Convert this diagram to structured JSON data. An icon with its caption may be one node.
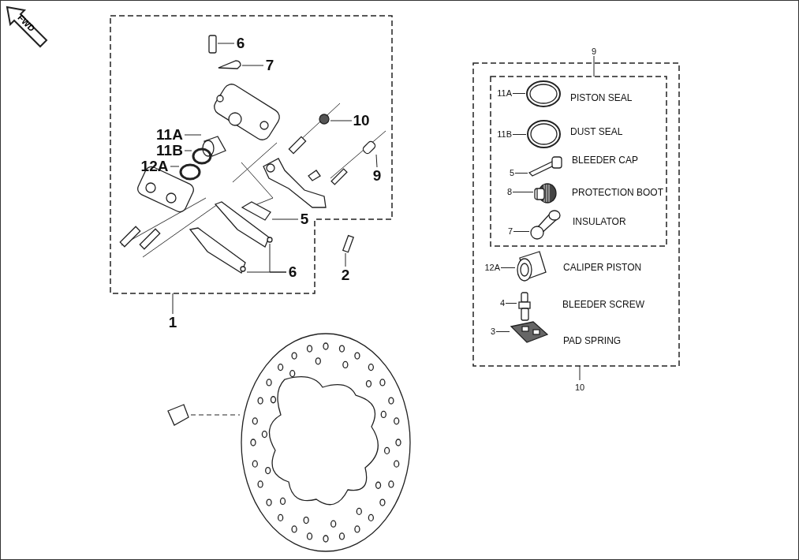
{
  "diagram": {
    "nodes": [
      {
        "text": [],
        "shape": "box"
      },
      {
        "text": [
          "1"
        ]
      },
      {
        "text": [
          "6"
        ],
        "in": 0
      },
      {
        "text": [
          "7"
        ],
        "in": 0
      },
      {
        "text": [
          "11A"
        ],
        "in": 0
      },
      {
        "text": [
          "11B"
        ],
        "in": 0
      },
      {
        "text": [
          "12A"
        ],
        "in": 0
      },
      {
        "text": [
          "10"
        ],
        "in": 0
      },
      {
        "text": [
          "9"
        ],
        "in": 0
      },
      {
        "text": [
          "5"
        ],
        "in": 0
      },
      {
        "text": [
          "6"
        ],
        "in": 0
      },
      {
        "text": [
          "2"
        ]
      },
      {
        "text": [
          "10"
        ]
      },
      {
        "text": [
          "9"
        ],
        "in": 12
      },
      {
        "text": [
          "11A"
        ],
        "in": 13
      },
      {
        "text": [],
        "shape": "picture",
        "in": 13,
        "beside": [
          "PISTON SEAL"
        ]
      },
      {
        "text": [
          "11B"
        ],
        "in": 13
      },
      {
        "text": [],
        "shape": "picture",
        "in": 13,
        "beside": [
          "DUST SEAL"
        ]
      },
      {
        "text": [
          "5"
        ],
        "in": 13
      },
      {
        "text": [],
        "shape": "picture",
        "in": 13,
        "beside": [
          "BLEEDER CAP"
        ]
      },
      {
        "text": [
          "8"
        ],
        "in": 13
      },
      {
        "text": [],
        "shape": "picture",
        "in": 13,
        "beside": [
          "PROTECTION BOOT"
        ]
      },
      {
        "text": [
          "7"
        ],
        "in": 13
      },
      {
        "text": [],
        "shape": "picture",
        "in": 13,
        "beside": [
          "INSULATOR"
        ]
      },
      {
        "text": [
          "12A"
        ],
        "in": 12
      },
      {
        "text": [],
        "shape": "picture",
        "in": 12,
        "beside": [
          "CALIPER PISTON"
        ]
      },
      {
        "text": [
          "4"
        ],
        "in": 12
      },
      {
        "text": [],
        "shape": "picture",
        "in": 12,
        "beside": [
          "BLEEDER SCREW"
        ]
      },
      {
        "text": [
          "3"
        ],
        "in": 12
      },
      {
        "text": [],
        "shape": "picture",
        "in": 12,
        "beside": [
          "PAD SPRING"
        ]
      },
      {
        "text": [],
        "shape": "box",
        "in": 0
      },
      {
        "text": [],
        "shape": "picture",
        "in": 0
      },
      {
        "text": [],
        "shape": "picture",
        "in": 0
      },
      {
        "text": [],
        "shape": "circle",
        "in": 0
      },
      {
        "text": [],
        "shape": "circle",
        "in": 0
      },
      {
        "text": [],
        "shape": "circle",
        "in": 0
      },
      {
        "text": [],
        "shape": "box",
        "in": 0
      },
      {
        "text": [],
        "shape": "picture",
        "in": 0
      },
      {
        "text": [],
        "shape": "circle",
        "in": 0
      },
      {
        "text": [],
        "shape": "circle",
        "in": 0
      },
      {
        "text": [],
        "shape": "box"
      },
      {
        "text": [],
        "shape": "picture"
      },
      {
        "text": [],
        "shape": "box"
      }
    ],
    "edges": [
      {
        "from": 1,
        "to": 0,
        "arrow": "none"
      },
      {
        "from": 2,
        "to": 30,
        "arrow": "none"
      },
      {
        "from": 3,
        "to": 31,
        "arrow": "none"
      },
      {
        "from": 4,
        "to": 32,
        "arrow": "none"
      },
      {
        "from": 5,
        "to": 33,
        "arrow": "none"
      },
      {
        "from": 6,
        "to": 34,
        "arrow": "none"
      },
      {
        "from": 7,
        "to": 35,
        "arrow": "none"
      },
      {
        "from": 8,
        "to": 36,
        "arrow": "none"
      },
      {
        "from": 9,
        "to": 37,
        "arrow": "none"
      },
      {
        "from": 10,
        "to": 38,
        "arrow": "none"
      },
      {
        "from": 10,
        "to": 39,
        "arrow": "none"
      },
      {
        "from": 11,
        "to": 40,
        "arrow": "none"
      },
      {
        "from": 42,
        "to": 41,
        "arrow": "none",
        "style": "dashed"
      },
      {
        "from": 14,
        "to": 15,
        "arrow": "none"
      },
      {
        "from": 16,
        "to": 17,
        "arrow": "none"
      },
      {
        "from": 18,
        "to": 19,
        "arrow": "none"
      },
      {
        "from": 20,
        "to": 21,
        "arrow": "none"
      },
      {
        "from": 22,
        "to": 23,
        "arrow": "none"
      },
      {
        "from": 24,
        "to": 25,
        "arrow": "none"
      },
      {
        "from": 26,
        "to": 27,
        "arrow": "none"
      },
      {
        "from": 28,
        "to": 29,
        "arrow": "none"
      }
    ],
    "labels": [
      "FWD"
    ]
  }
}
